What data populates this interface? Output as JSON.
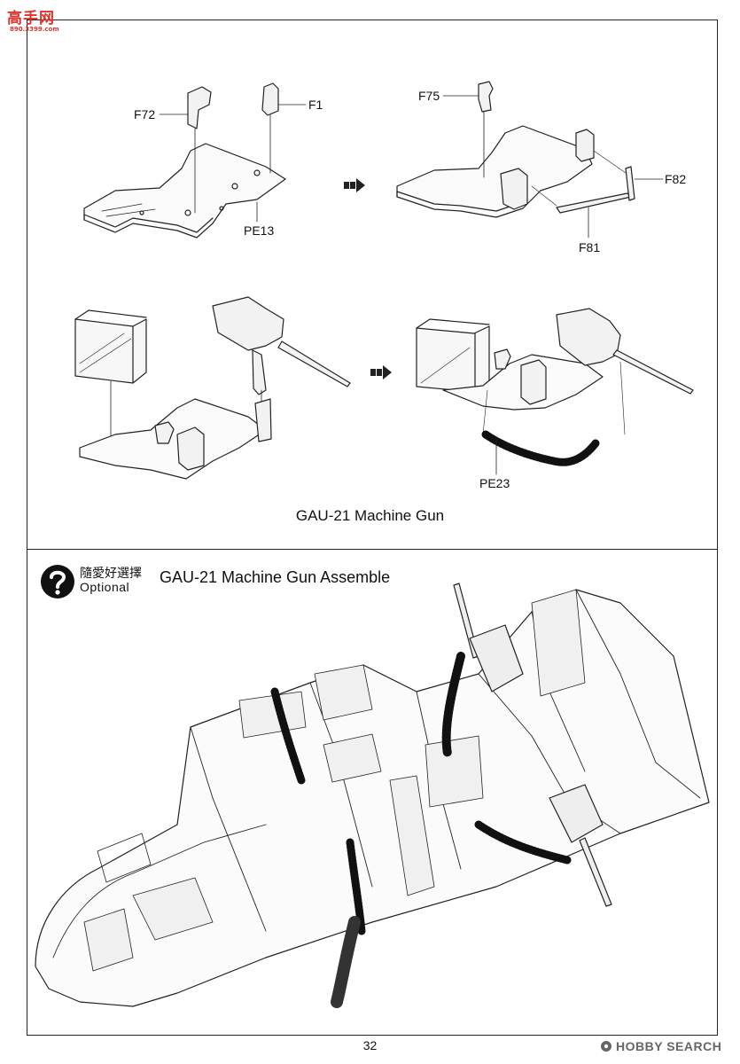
{
  "logo": {
    "text": "高手网",
    "sub": "890.3399.com"
  },
  "step_labels": {
    "f72": "F72",
    "f1": "F1",
    "pe13": "PE13",
    "f75": "F75",
    "f82": "F82",
    "f81": "F81",
    "pe23": "PE23"
  },
  "caption_top": "GAU-21 Machine Gun",
  "optional": {
    "icon": "question-mark-icon",
    "label_cn": "隨愛好選擇",
    "label_en": "Optional"
  },
  "section_title": "GAU-21 Machine Gun Assemble",
  "page_number": "32",
  "watermark": {
    "icon": "gear-icon",
    "text": "HOBBY SEARCH"
  }
}
